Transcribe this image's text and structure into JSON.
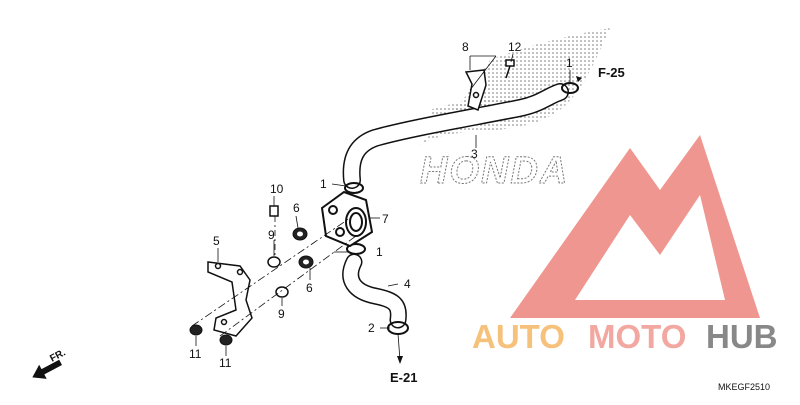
{
  "diagram": {
    "callouts": {
      "c1a": "1",
      "c1b": "1",
      "c1c": "1",
      "c2": "2",
      "c3": "3",
      "c4": "4",
      "c5": "5",
      "c6a": "6",
      "c6b": "6",
      "c7": "7",
      "c8": "8",
      "c9a": "9",
      "c9b": "9",
      "c10": "10",
      "c11a": "11",
      "c11b": "11",
      "c12": "12"
    },
    "refs": {
      "f25": "F-25",
      "e21": "E-21"
    },
    "direction": "FR.",
    "background_brand": "HONDA",
    "part_code": "MKEGF2510"
  },
  "watermark": {
    "word_1": "AUTO",
    "word_2": "MOTO",
    "word_3": "HUB",
    "colors": {
      "auto": "#f6c17a",
      "moto": "#f2a8a1",
      "hub": "#888888",
      "triangle": "#f09690"
    }
  }
}
